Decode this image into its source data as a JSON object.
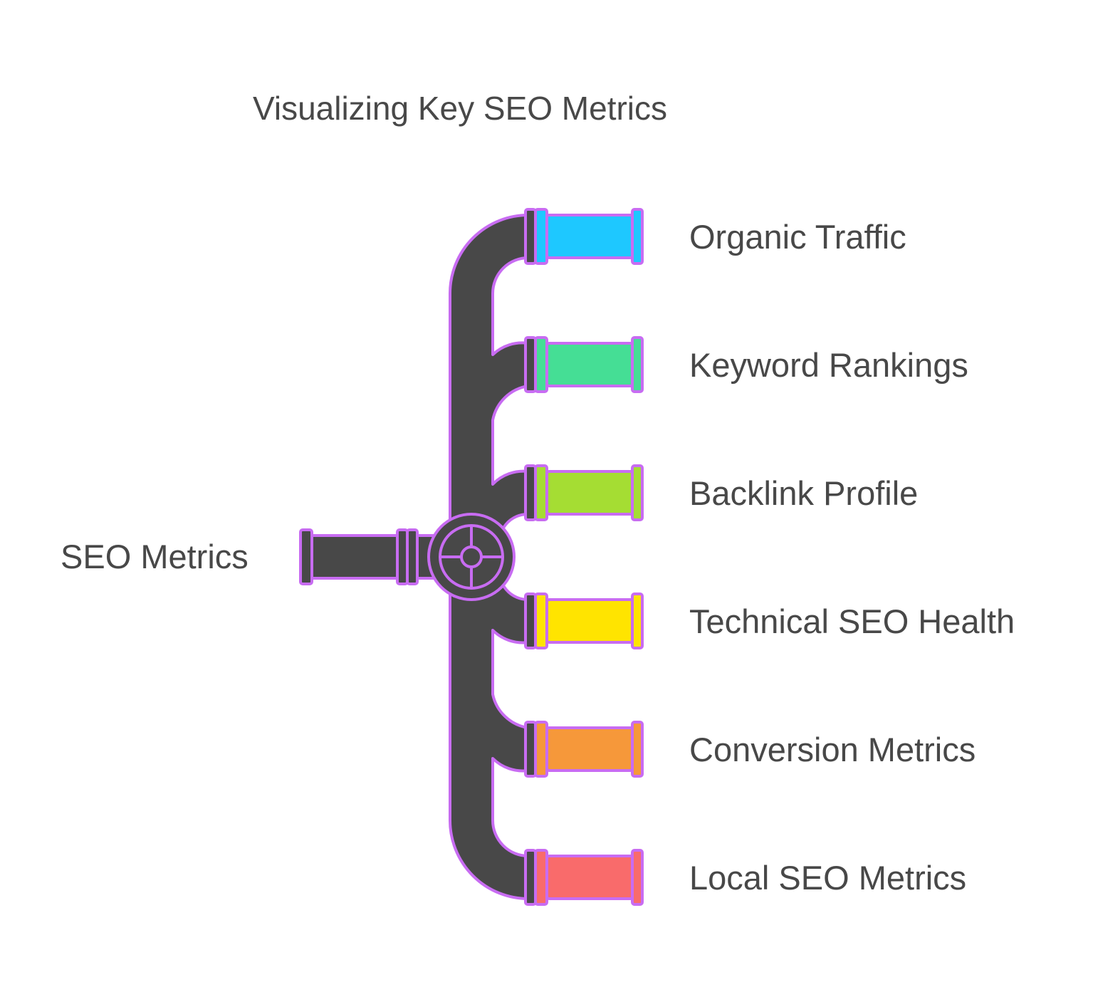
{
  "title": "Visualizing Key SEO Metrics",
  "source": "SEO Metrics",
  "branches": [
    {
      "label": "Organic Traffic",
      "color": "#1EC8FF"
    },
    {
      "label": "Keyword Rankings",
      "color": "#45DE95"
    },
    {
      "label": "Backlink Profile",
      "color": "#A5DD33"
    },
    {
      "label": "Technical SEO Health",
      "color": "#FFE400"
    },
    {
      "label": "Conversion Metrics",
      "color": "#F6983A"
    },
    {
      "label": "Local SEO Metrics",
      "color": "#F96B6B"
    }
  ],
  "colors": {
    "pipe": "#484848",
    "outline": "#C86CF2",
    "text": "#484848"
  }
}
